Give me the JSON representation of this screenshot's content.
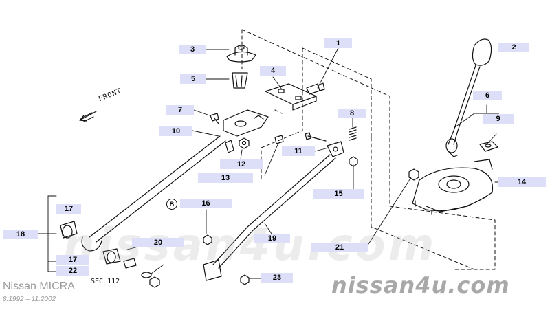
{
  "diagram": {
    "front_label": "FRONT",
    "section_ref": "SEC 112",
    "circled_mark": "B",
    "brand_model": "Nissan MICRA",
    "brand_dates": "8.1992 – 11.2002",
    "brand_site": "nissan4u.com",
    "watermark": "nissan4u.com",
    "accent_color": "#dcdff7",
    "callouts": [
      {
        "id": "c1",
        "text": "1"
      },
      {
        "id": "c2",
        "text": "2"
      },
      {
        "id": "c3",
        "text": "3"
      },
      {
        "id": "c4",
        "text": "4"
      },
      {
        "id": "c5",
        "text": "5"
      },
      {
        "id": "c6",
        "text": "6"
      },
      {
        "id": "c7",
        "text": "7"
      },
      {
        "id": "c8",
        "text": "8"
      },
      {
        "id": "c9",
        "text": "9"
      },
      {
        "id": "c10",
        "text": "10"
      },
      {
        "id": "c11",
        "text": "11"
      },
      {
        "id": "c12",
        "text": "12"
      },
      {
        "id": "c13",
        "text": "13"
      },
      {
        "id": "c14",
        "text": "14"
      },
      {
        "id": "c15",
        "text": "15"
      },
      {
        "id": "c16",
        "text": "16"
      },
      {
        "id": "c17a",
        "text": "17"
      },
      {
        "id": "c17b",
        "text": "17"
      },
      {
        "id": "c18",
        "text": "18"
      },
      {
        "id": "c19",
        "text": "19"
      },
      {
        "id": "c20",
        "text": "20"
      },
      {
        "id": "c21",
        "text": "21"
      },
      {
        "id": "c22",
        "text": "22"
      },
      {
        "id": "c23",
        "text": "23"
      }
    ]
  }
}
